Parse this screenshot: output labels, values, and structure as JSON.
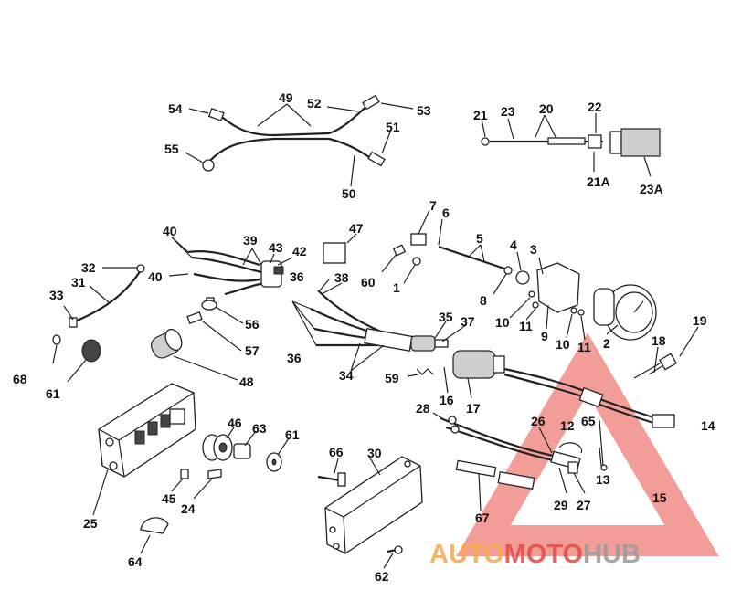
{
  "labels": [
    {
      "id": "54",
      "text": "54"
    },
    {
      "id": "49",
      "text": "49"
    },
    {
      "id": "52",
      "text": "52"
    },
    {
      "id": "53",
      "text": "53"
    },
    {
      "id": "55",
      "text": "55"
    },
    {
      "id": "51",
      "text": "51"
    },
    {
      "id": "50",
      "text": "50"
    },
    {
      "id": "21",
      "text": "21"
    },
    {
      "id": "23",
      "text": "23"
    },
    {
      "id": "20",
      "text": "20"
    },
    {
      "id": "22",
      "text": "22"
    },
    {
      "id": "21A",
      "text": "21A"
    },
    {
      "id": "23A",
      "text": "23A"
    },
    {
      "id": "7",
      "text": "7"
    },
    {
      "id": "6",
      "text": "6"
    },
    {
      "id": "47",
      "text": "47"
    },
    {
      "id": "5",
      "text": "5"
    },
    {
      "id": "4",
      "text": "4"
    },
    {
      "id": "3",
      "text": "3"
    },
    {
      "id": "40a",
      "text": "40"
    },
    {
      "id": "39",
      "text": "39"
    },
    {
      "id": "43",
      "text": "43"
    },
    {
      "id": "42",
      "text": "42"
    },
    {
      "id": "32",
      "text": "32"
    },
    {
      "id": "40b",
      "text": "40"
    },
    {
      "id": "36a",
      "text": "36"
    },
    {
      "id": "38",
      "text": "38"
    },
    {
      "id": "60",
      "text": "60"
    },
    {
      "id": "1",
      "text": "1"
    },
    {
      "id": "8",
      "text": "8"
    },
    {
      "id": "31",
      "text": "31"
    },
    {
      "id": "33",
      "text": "33"
    },
    {
      "id": "56",
      "text": "56"
    },
    {
      "id": "10a",
      "text": "10"
    },
    {
      "id": "11a",
      "text": "11"
    },
    {
      "id": "9",
      "text": "9"
    },
    {
      "id": "10b",
      "text": "10"
    },
    {
      "id": "11b",
      "text": "11"
    },
    {
      "id": "2",
      "text": "2"
    },
    {
      "id": "35",
      "text": "35"
    },
    {
      "id": "37",
      "text": "37"
    },
    {
      "id": "19",
      "text": "19"
    },
    {
      "id": "57",
      "text": "57"
    },
    {
      "id": "36b",
      "text": "36"
    },
    {
      "id": "18",
      "text": "18"
    },
    {
      "id": "68",
      "text": "68"
    },
    {
      "id": "48",
      "text": "48"
    },
    {
      "id": "34",
      "text": "34"
    },
    {
      "id": "59",
      "text": "59"
    },
    {
      "id": "16",
      "text": "16"
    },
    {
      "id": "17",
      "text": "17"
    },
    {
      "id": "61a",
      "text": "61"
    },
    {
      "id": "28",
      "text": "28"
    },
    {
      "id": "26",
      "text": "26"
    },
    {
      "id": "12",
      "text": "12"
    },
    {
      "id": "65",
      "text": "65"
    },
    {
      "id": "14",
      "text": "14"
    },
    {
      "id": "46",
      "text": "46"
    },
    {
      "id": "63",
      "text": "63"
    },
    {
      "id": "61b",
      "text": "61"
    },
    {
      "id": "66",
      "text": "66"
    },
    {
      "id": "30",
      "text": "30"
    },
    {
      "id": "13",
      "text": "13"
    },
    {
      "id": "45",
      "text": "45"
    },
    {
      "id": "24",
      "text": "24"
    },
    {
      "id": "15",
      "text": "15"
    },
    {
      "id": "29",
      "text": "29"
    },
    {
      "id": "27",
      "text": "27"
    },
    {
      "id": "25",
      "text": "25"
    },
    {
      "id": "67",
      "text": "67"
    },
    {
      "id": "64",
      "text": "64"
    },
    {
      "id": "62",
      "text": "62"
    }
  ],
  "watermark": {
    "part1": "AUTO",
    "part2": "MOTO",
    "part3": "HUB",
    "color_orange": "#f5a94a",
    "color_red": "#e24a45",
    "color_gray": "#9a9a9a"
  }
}
